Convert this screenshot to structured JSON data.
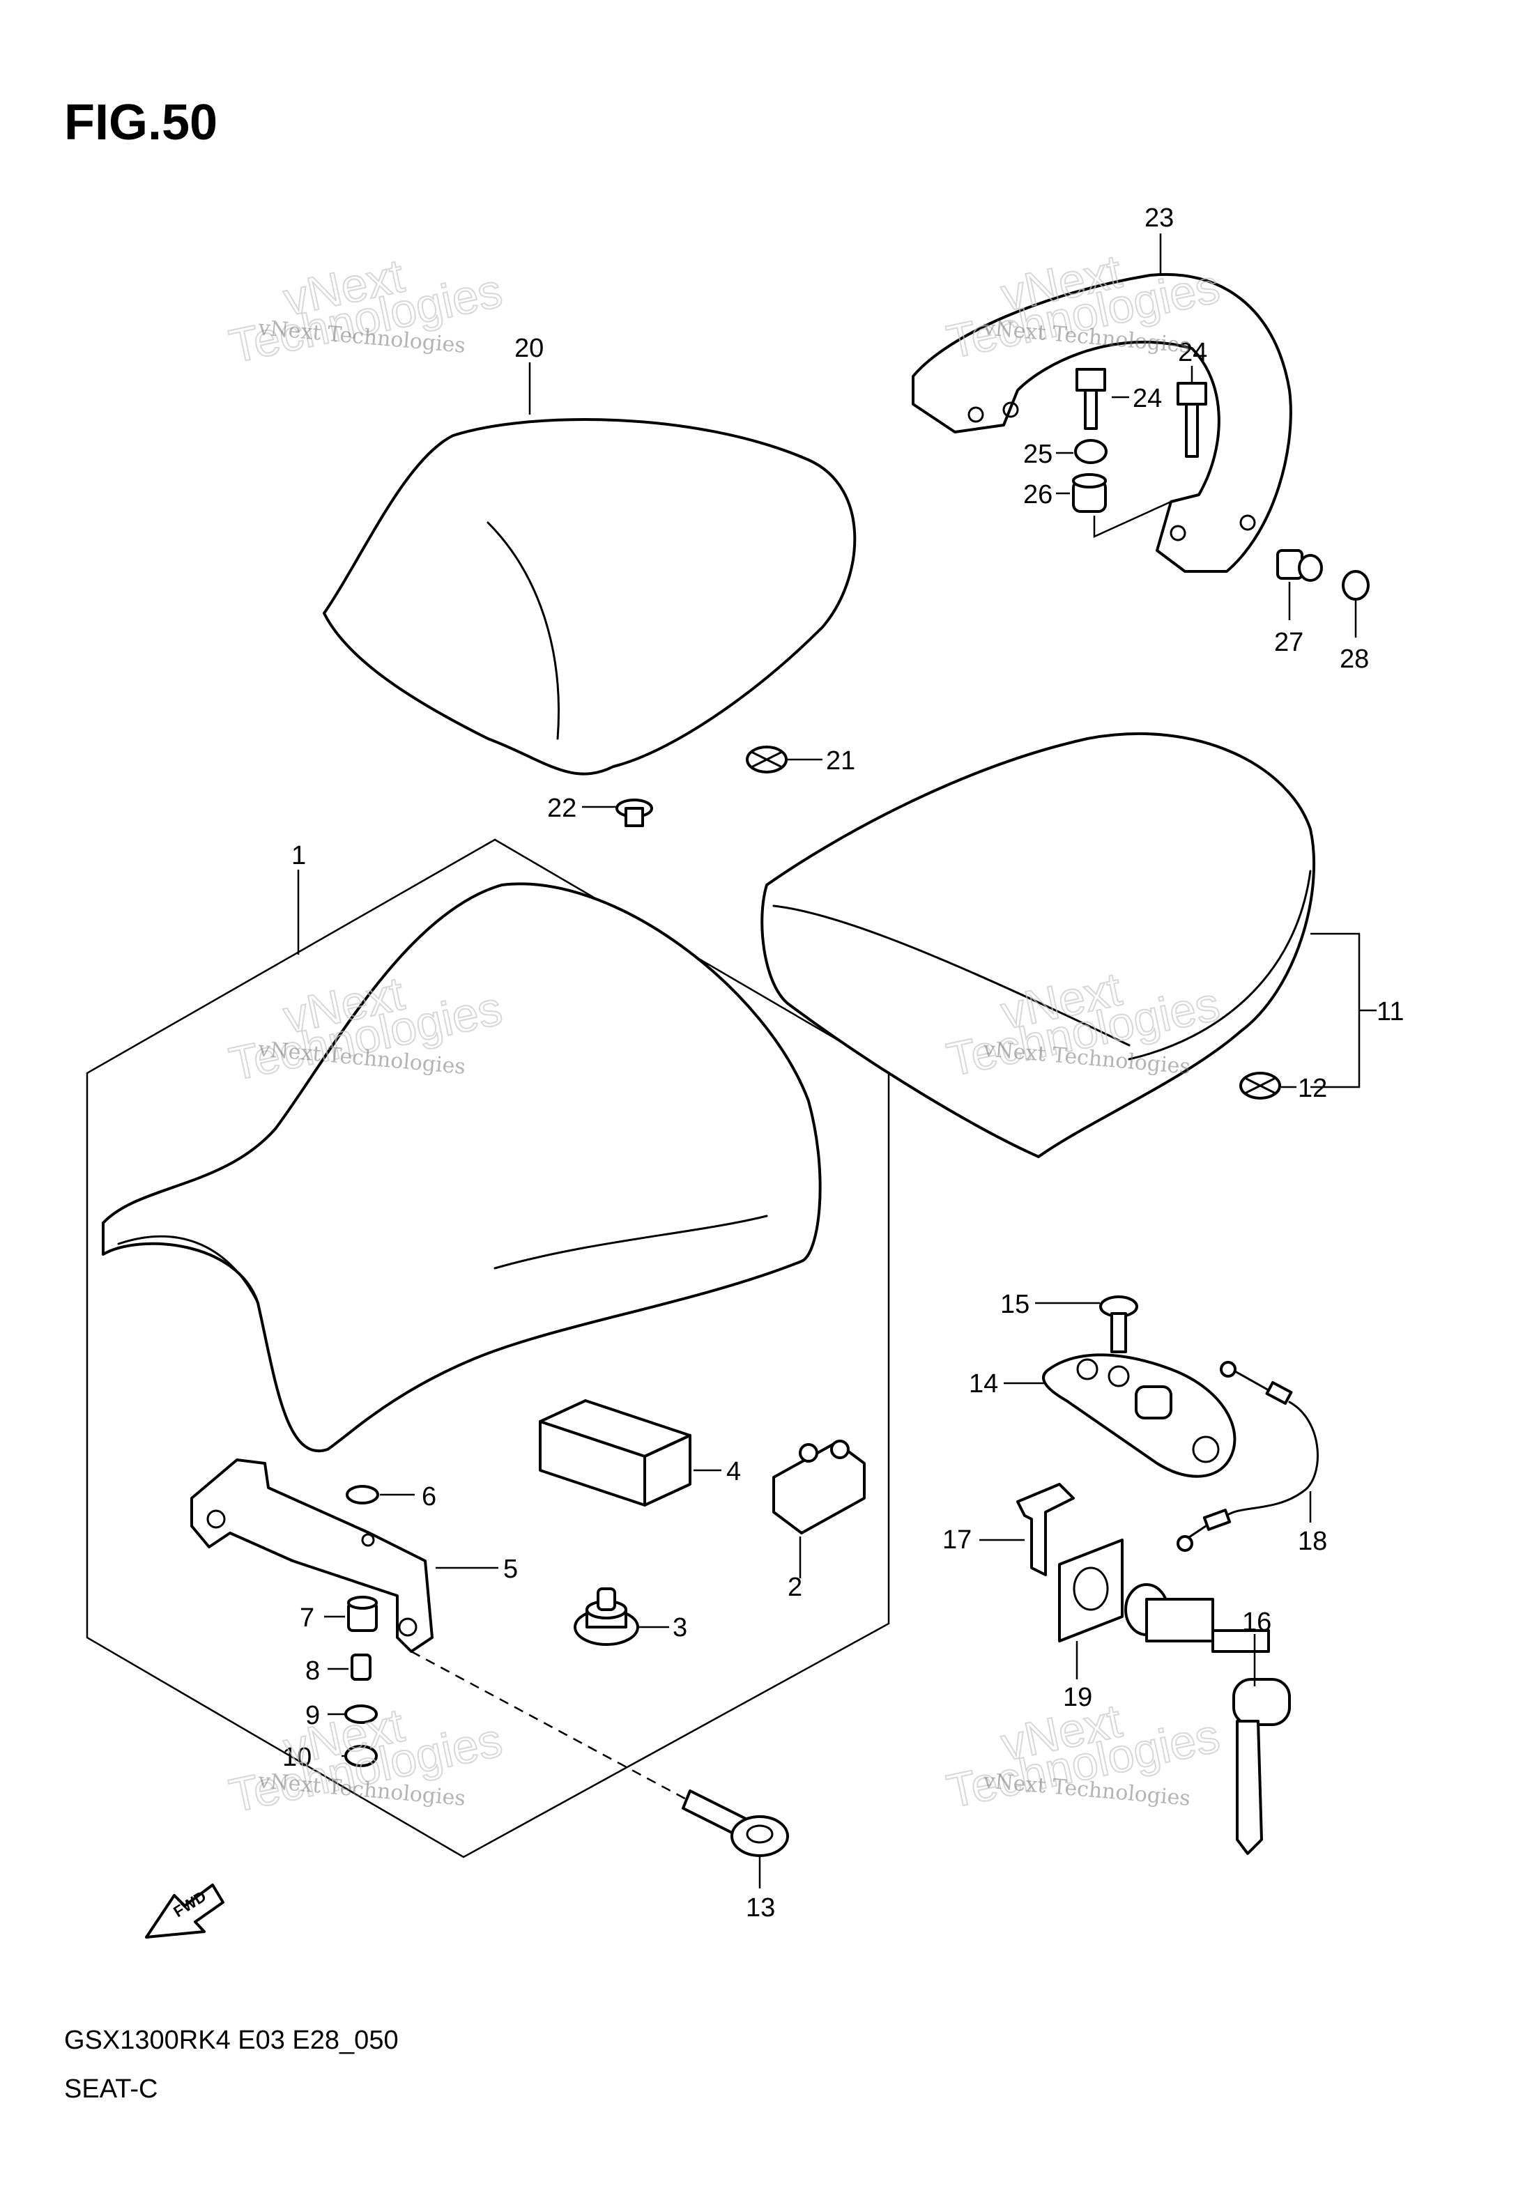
{
  "figure_title": "FIG.50",
  "model_code": "GSX1300RK4 E03 E28_050",
  "section_name": "SEAT-C",
  "fwd_label": "FWD",
  "watermark": {
    "top_line": "vNext",
    "company": "vNext Technologies",
    "bottom_line": "Technologies"
  },
  "callouts": [
    "1",
    "2",
    "3",
    "4",
    "5",
    "6",
    "7",
    "8",
    "9",
    "10",
    "11",
    "12",
    "13",
    "14",
    "15",
    "16",
    "17",
    "18",
    "19",
    "20",
    "21",
    "22",
    "23",
    "24",
    "24",
    "25",
    "26",
    "27",
    "28"
  ]
}
